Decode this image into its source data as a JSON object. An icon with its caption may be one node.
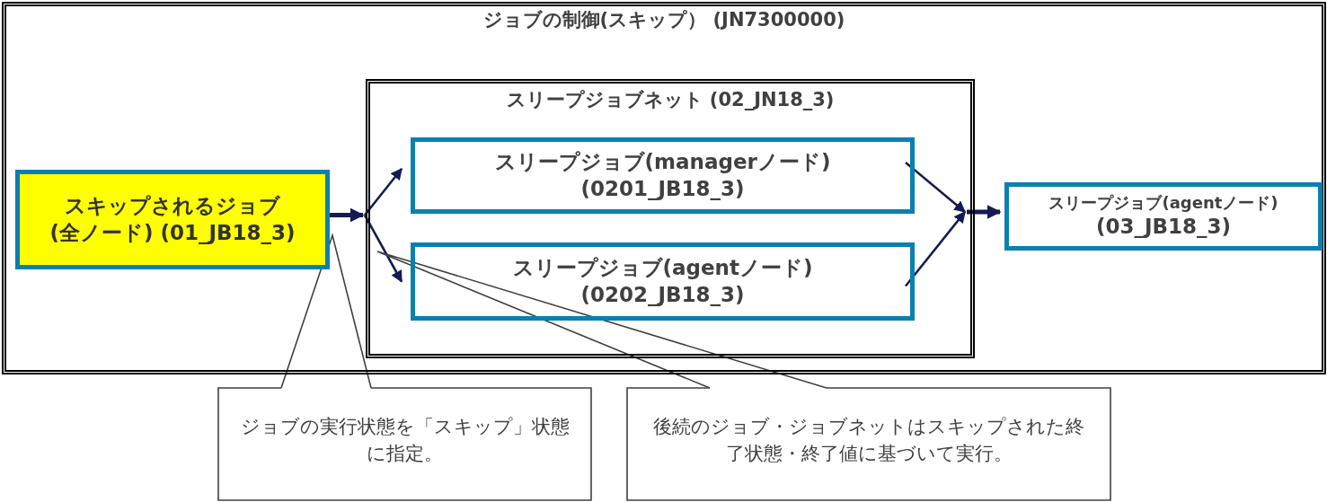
{
  "diagram": {
    "nodes": [
      {
        "text": [
          "ジョブの制御(スキップ） (JN7300000)"
        ]
      },
      {
        "text": [
          "スキップされるジョブ (全ノード) (01_JB18_3)"
        ],
        "in": 0
      },
      {
        "text": [
          "スリープジョブネット (02_JN18_3)"
        ],
        "in": 0
      },
      {
        "text": [
          "スリープジョブ(managerノード) (0201_JB18_3)"
        ],
        "in": 2
      },
      {
        "text": [
          "スリープジョブ(agentノード) (0202_JB18_3)"
        ],
        "in": 2
      },
      {
        "text": [
          "スリープジョブ(agentノード)",
          "(03_JB18_3)"
        ],
        "in": 0
      },
      {
        "text": [
          "ジョブの実行状態を「スキップ」状態に指定。"
        ]
      },
      {
        "text": [
          "後続のジョブ・ジョブネットはスキップされた終了状態・終了値に基づいて実行。"
        ]
      }
    ],
    "edges": [
      {
        "from": 1,
        "to": 3,
        "arrow": "to"
      },
      {
        "from": 1,
        "to": 4,
        "arrow": "to"
      },
      {
        "from": 3,
        "to": 5,
        "arrow": "to"
      },
      {
        "from": 4,
        "to": 5,
        "arrow": "to"
      },
      {
        "from": 6,
        "to": null,
        "arrow": "none"
      },
      {
        "from": 7,
        "to": null,
        "arrow": "none"
      }
    ]
  }
}
